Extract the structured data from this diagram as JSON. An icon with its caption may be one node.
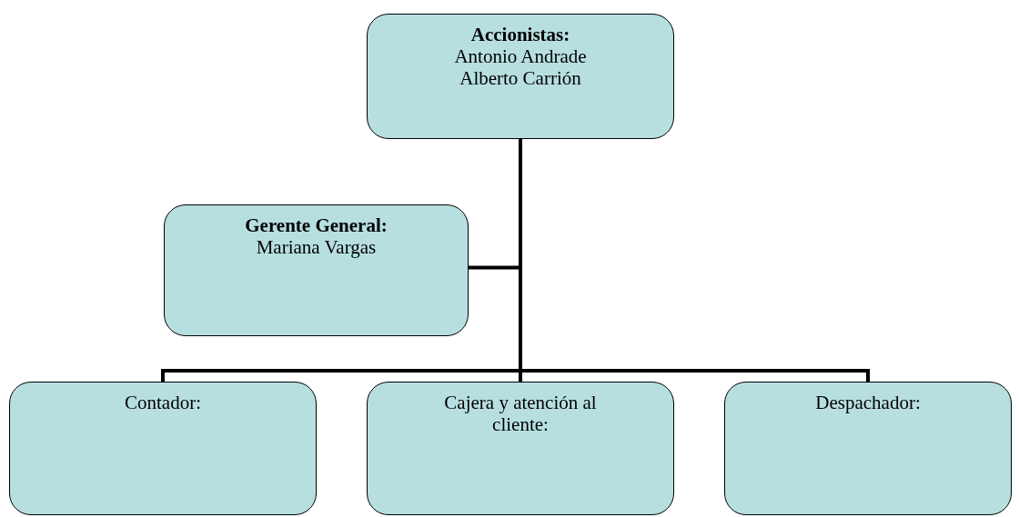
{
  "diagram": {
    "nodes": [
      {
        "text": [
          "Accionistas:",
          "Antonio Andrade",
          "Alberto Carrión"
        ]
      },
      {
        "text": [
          "Gerente General:",
          "Mariana Vargas"
        ]
      },
      {
        "text": [
          "Contador:"
        ]
      },
      {
        "text": [
          "Cajera y atención al cliente:"
        ]
      },
      {
        "text": [
          "Despachador:"
        ]
      }
    ],
    "edges": [
      {
        "from": 0,
        "to": 1,
        "arrow": "none"
      },
      {
        "from": 0,
        "to": 2,
        "arrow": "none"
      },
      {
        "from": 0,
        "to": 3,
        "arrow": "none"
      },
      {
        "from": 0,
        "to": 4,
        "arrow": "none"
      }
    ]
  }
}
